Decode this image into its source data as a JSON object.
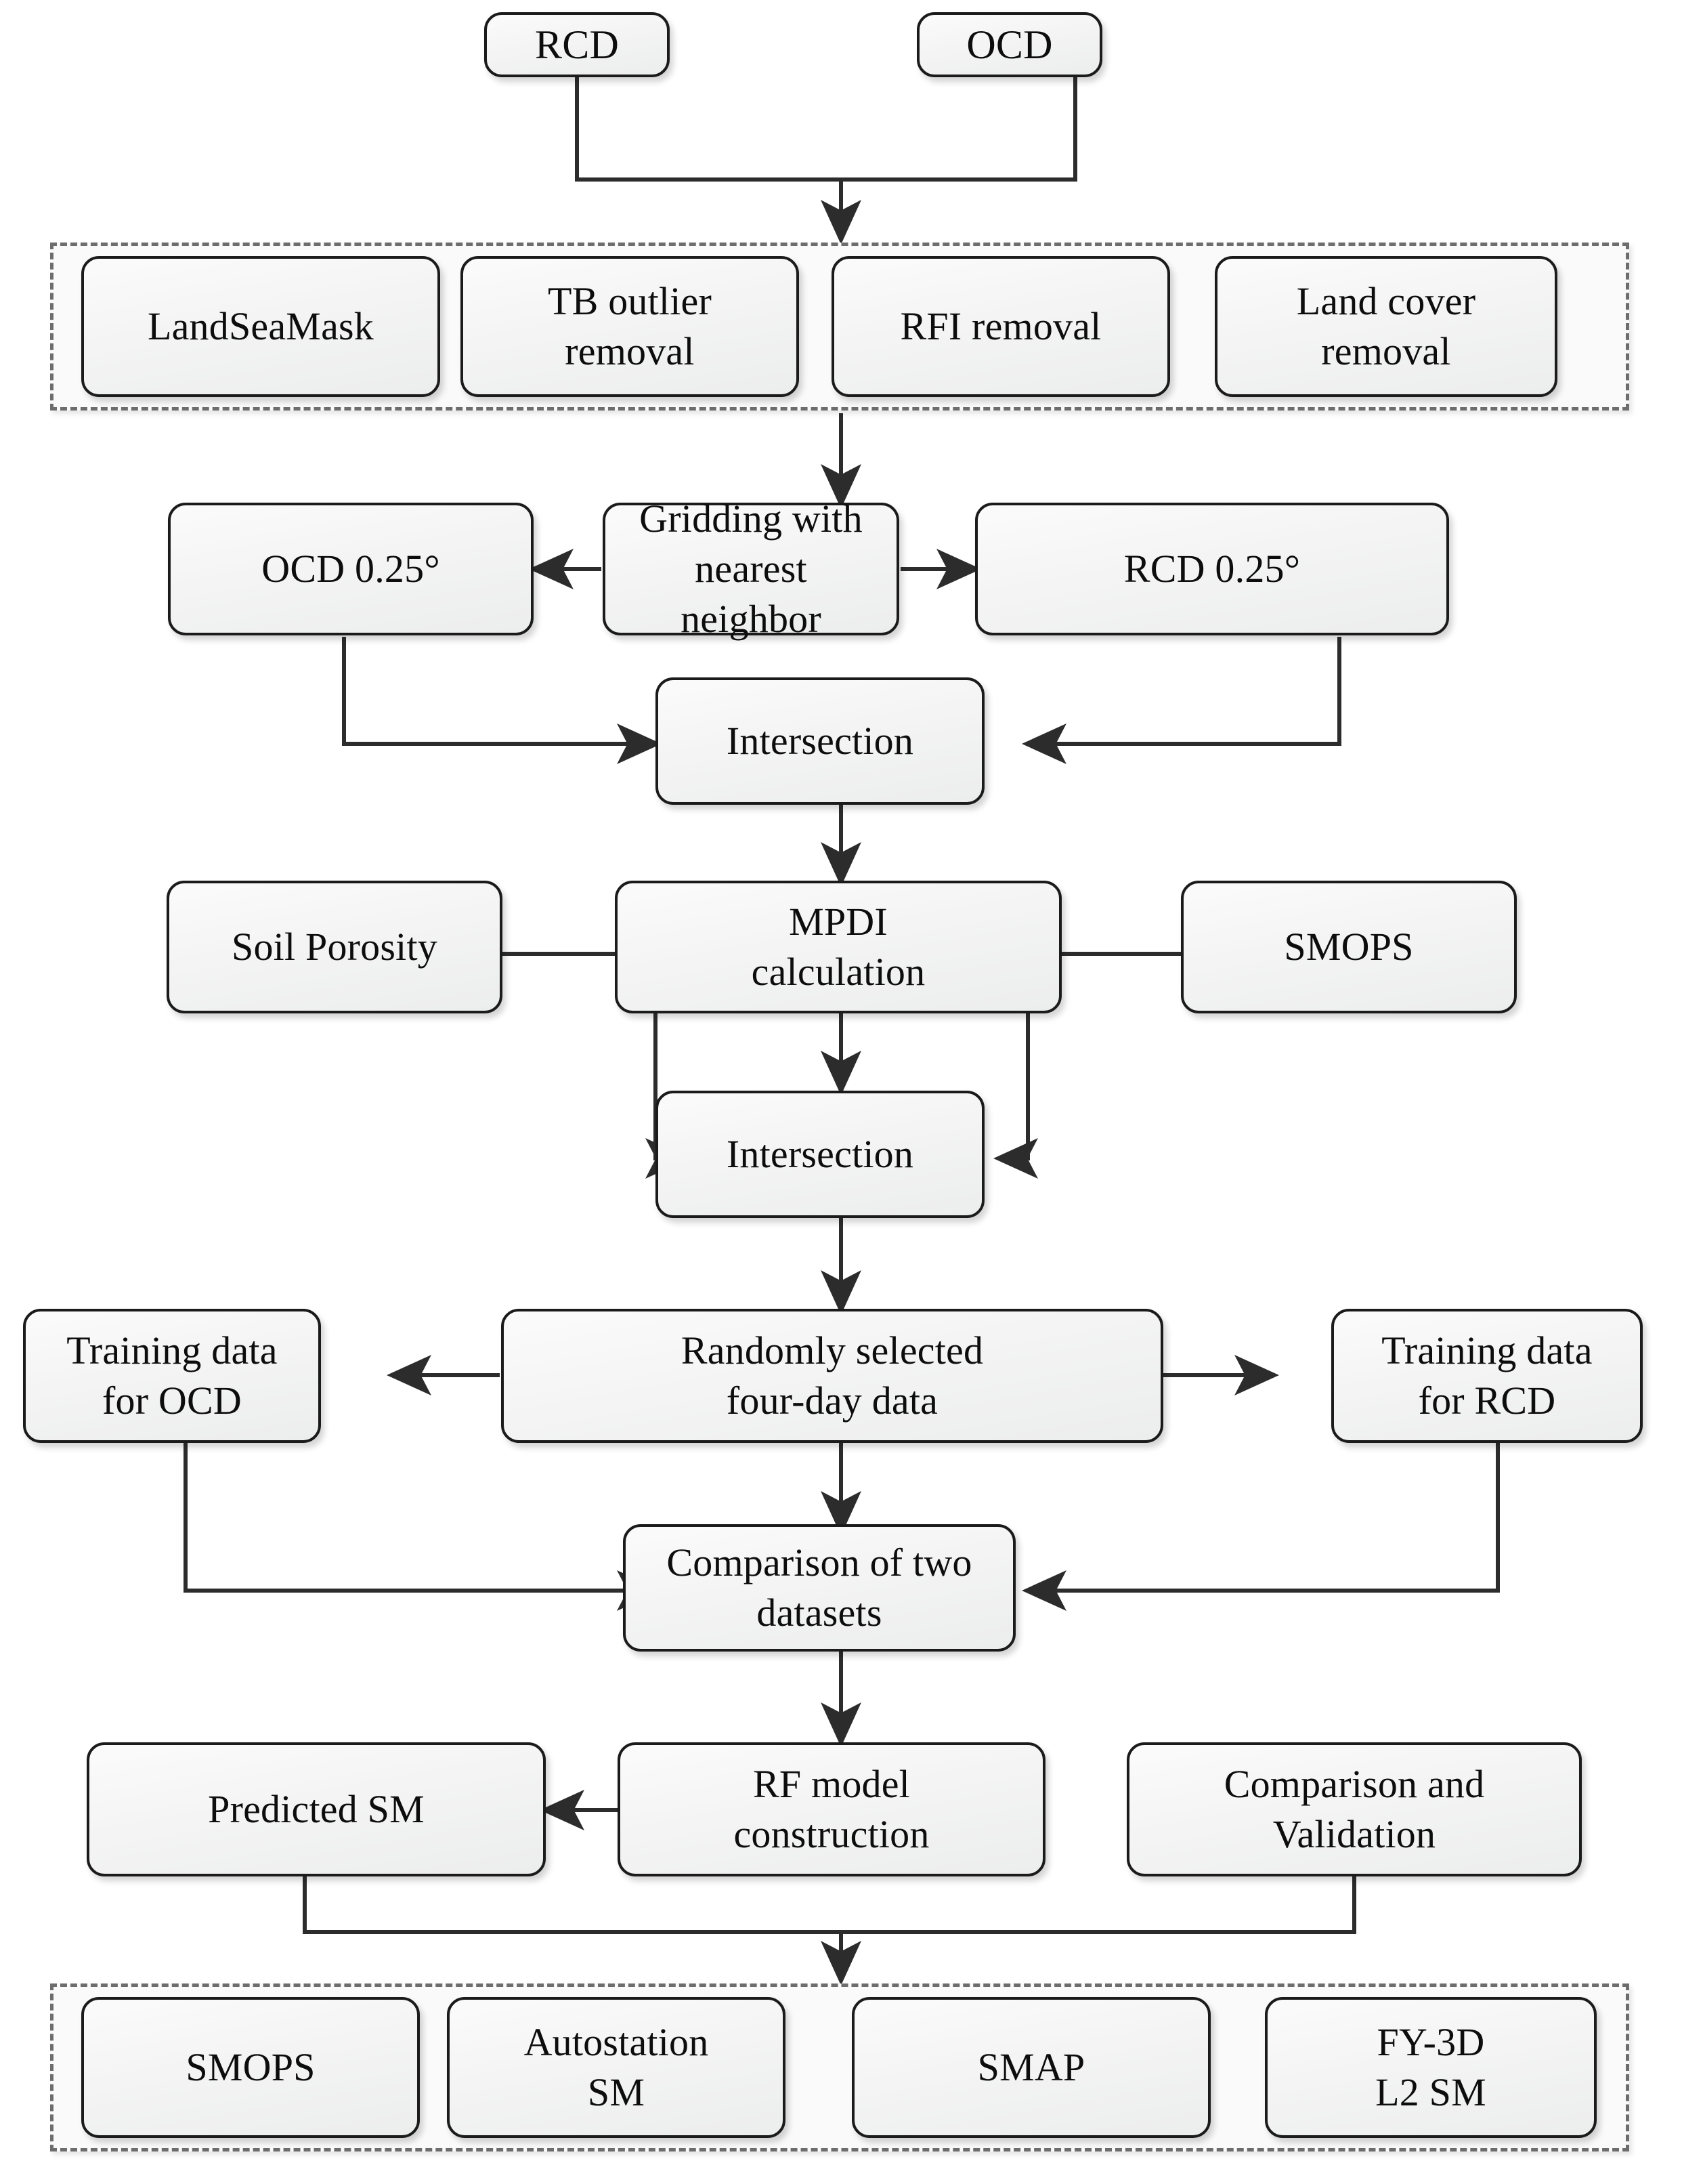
{
  "diagram": {
    "title": "Soil moisture retrieval processing flowchart",
    "stroke_color": "#1b1b1b",
    "dashed_group_color": "#6d6d6d",
    "node_fill": "#f4f4f4"
  },
  "nodes": {
    "rcd": "RCD",
    "ocd": "OCD",
    "landseamask": "LandSeaMask",
    "tb_outlier_removal": "TB outlier\nremoval",
    "rfi_removal": "RFI removal",
    "land_cover_removal": "Land cover\nremoval",
    "ocd_025": "OCD 0.25°",
    "gridding": "Gridding with nearest\nneighbor",
    "rcd_025": "RCD 0.25°",
    "intersection_1": "Intersection",
    "soil_porosity": "Soil Porosity",
    "mpdi_calculation": "MPDI\ncalculation",
    "smops_input": "SMOPS",
    "intersection_2": "Intersection",
    "training_data_ocd": "Training data\nfor OCD",
    "randomly_selected": "Randomly selected\nfour-day data",
    "training_data_rcd": "Training data\nfor RCD",
    "comparison_two_datasets": "Comparison of two\ndatasets",
    "predicted_sm": "Predicted SM",
    "rf_model_construction": "RF model\nconstruction",
    "comparison_validation": "Comparison and\nValidation",
    "smops_val": "SMOPS",
    "autostation_sm": "Autostation\nSM",
    "smap": "SMAP",
    "fy3d_l2_sm": "FY-3D\nL2 SM"
  },
  "groups": {
    "preprocessing": "preprocessing-group",
    "validation_sources": "validation-sources-group"
  },
  "edges": [
    {
      "from": "rcd",
      "to": "preprocessing-group",
      "style": "elbow-merge-down"
    },
    {
      "from": "ocd",
      "to": "preprocessing-group",
      "style": "elbow-merge-down"
    },
    {
      "from": "preprocessing-group",
      "to": "gridding",
      "style": "straight-down"
    },
    {
      "from": "gridding",
      "to": "ocd_025",
      "style": "straight-left"
    },
    {
      "from": "gridding",
      "to": "rcd_025",
      "style": "straight-right"
    },
    {
      "from": "ocd_025",
      "to": "intersection_1",
      "style": "elbow-right"
    },
    {
      "from": "rcd_025",
      "to": "intersection_1",
      "style": "elbow-left"
    },
    {
      "from": "intersection_1",
      "to": "mpdi_calculation",
      "style": "straight-down"
    },
    {
      "from": "soil_porosity",
      "to": "intersection_2",
      "style": "elbow-right"
    },
    {
      "from": "smops_input",
      "to": "intersection_2",
      "style": "elbow-left"
    },
    {
      "from": "mpdi_calculation",
      "to": "intersection_2",
      "style": "straight-down"
    },
    {
      "from": "intersection_2",
      "to": "randomly_selected",
      "style": "straight-down"
    },
    {
      "from": "randomly_selected",
      "to": "training_data_ocd",
      "style": "straight-left"
    },
    {
      "from": "randomly_selected",
      "to": "training_data_rcd",
      "style": "straight-right"
    },
    {
      "from": "randomly_selected",
      "to": "comparison_two_datasets",
      "style": "straight-down"
    },
    {
      "from": "training_data_ocd",
      "to": "comparison_two_datasets",
      "style": "elbow-right"
    },
    {
      "from": "training_data_rcd",
      "to": "comparison_two_datasets",
      "style": "elbow-left"
    },
    {
      "from": "comparison_two_datasets",
      "to": "rf_model_construction",
      "style": "straight-down"
    },
    {
      "from": "rf_model_construction",
      "to": "predicted_sm",
      "style": "straight-left"
    },
    {
      "from": "predicted_sm",
      "to": "validation-sources-group",
      "style": "elbow-merge-down"
    },
    {
      "from": "comparison_validation",
      "to": "validation-sources-group",
      "style": "elbow-merge-down"
    }
  ]
}
